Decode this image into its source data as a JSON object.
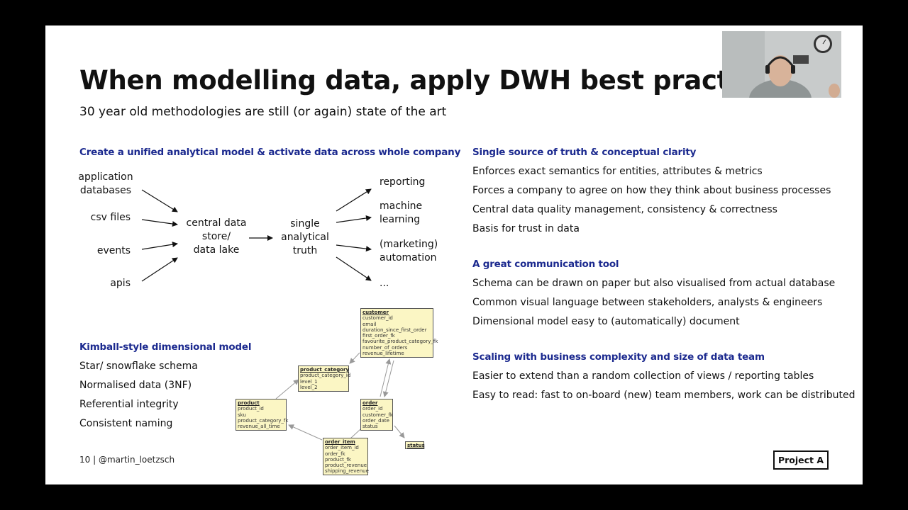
{
  "slide": {
    "title": "When modelling data, apply DWH best practices",
    "subtitle": "30 year old methodologies are still (or again) state of the art",
    "footer": "10  | @martin_loetzsch",
    "logo": "Project A"
  },
  "left": {
    "heading1": "Create a unified analytical model & activate data across whole company",
    "flow": {
      "sources": [
        "application\ndatabases",
        "csv files",
        "events",
        "apis"
      ],
      "store": "central data\nstore/\ndata lake",
      "truth": "single\nanalytical\ntruth",
      "outputs": [
        "reporting",
        "machine\nlearning",
        "(marketing)\nautomation",
        "..."
      ]
    },
    "heading2": "Kimball-style dimensional model",
    "items": [
      "Star/ snowflake schema",
      "Normalised data (3NF)",
      "Referential integrity",
      "Consistent naming"
    ]
  },
  "schema": {
    "customer": {
      "name": "customer",
      "fields": [
        "customer_id",
        "email",
        "duration_since_first_order",
        "first_order_fk",
        "favourite_product_category_fk",
        "number_of_orders",
        "revenue_lifetime"
      ]
    },
    "product_category": {
      "name": "product_category",
      "fields": [
        "product_category_id",
        "level_1",
        "level_2"
      ]
    },
    "product": {
      "name": "product",
      "fields": [
        "product_id",
        "sku",
        "product_category_fk",
        "revenue_all_time"
      ]
    },
    "order": {
      "name": "order",
      "fields": [
        "order_id",
        "customer_fk",
        "order_date",
        "status"
      ]
    },
    "order_item": {
      "name": "order_item",
      "fields": [
        "order_item_id",
        "order_fk",
        "product_fk",
        "product_revenue",
        "shipping_revenue"
      ]
    },
    "status": {
      "name": "status",
      "fields": []
    }
  },
  "right": {
    "sections": [
      {
        "heading": "Single source of truth & conceptual clarity",
        "items": [
          "Enforces exact semantics for entities, attributes & metrics",
          "Forces a company to agree on how they think about business processes",
          "Central data quality management, consistency & correctness",
          "Basis for trust in data"
        ]
      },
      {
        "heading": "A great communication tool",
        "items": [
          "Schema can be drawn on paper but also visualised from actual database",
          "Common visual language between stakeholders, analysts & engineers",
          "Dimensional model easy to (automatically) document"
        ]
      },
      {
        "heading": "Scaling with business complexity and size of data team",
        "items": [
          "Easier to extend than a random collection of views / reporting tables",
          "Easy to read: fast to on-board (new) team members, work can be distributed"
        ]
      }
    ]
  },
  "colors": {
    "heading": "#1c2a8f",
    "table_fill": "#fbf6c4",
    "background": "#000000",
    "slide": "#ffffff"
  }
}
